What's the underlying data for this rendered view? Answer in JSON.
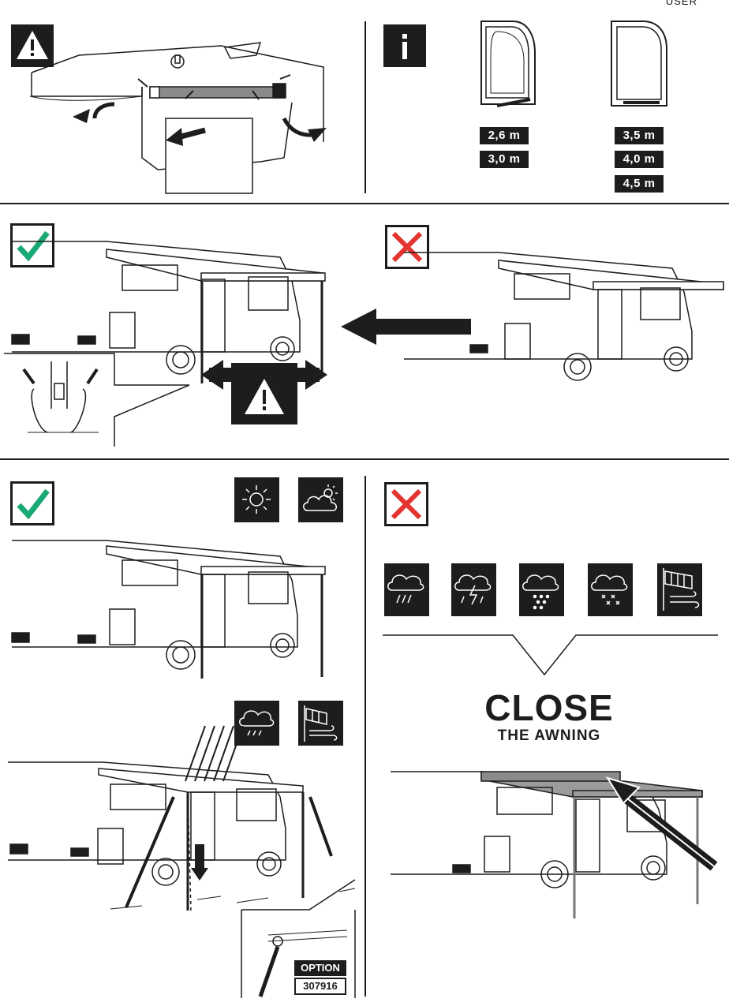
{
  "page": {
    "header_label": "USER"
  },
  "sizes": {
    "left": [
      "2,6 m",
      "3,0 m"
    ],
    "right": [
      "3,5 m",
      "4,0 m",
      "4,5 m"
    ]
  },
  "instruction": {
    "close_title": "CLOSE",
    "close_subtitle": "THE AWNING"
  },
  "option": {
    "label": "OPTION",
    "number": "307916"
  },
  "icons": {
    "good_weather": [
      "sun-icon",
      "partly-cloudy-icon"
    ],
    "bad_weather": [
      "rain-icon",
      "thunderstorm-icon",
      "hail-icon",
      "snow-icon",
      "strong-wind-icon"
    ],
    "caution": [
      "rain-icon",
      "wind-icon"
    ]
  },
  "colors": {
    "ink": "#1d1d1b",
    "ok_green": "#19a974",
    "no_red": "#e3342f"
  }
}
